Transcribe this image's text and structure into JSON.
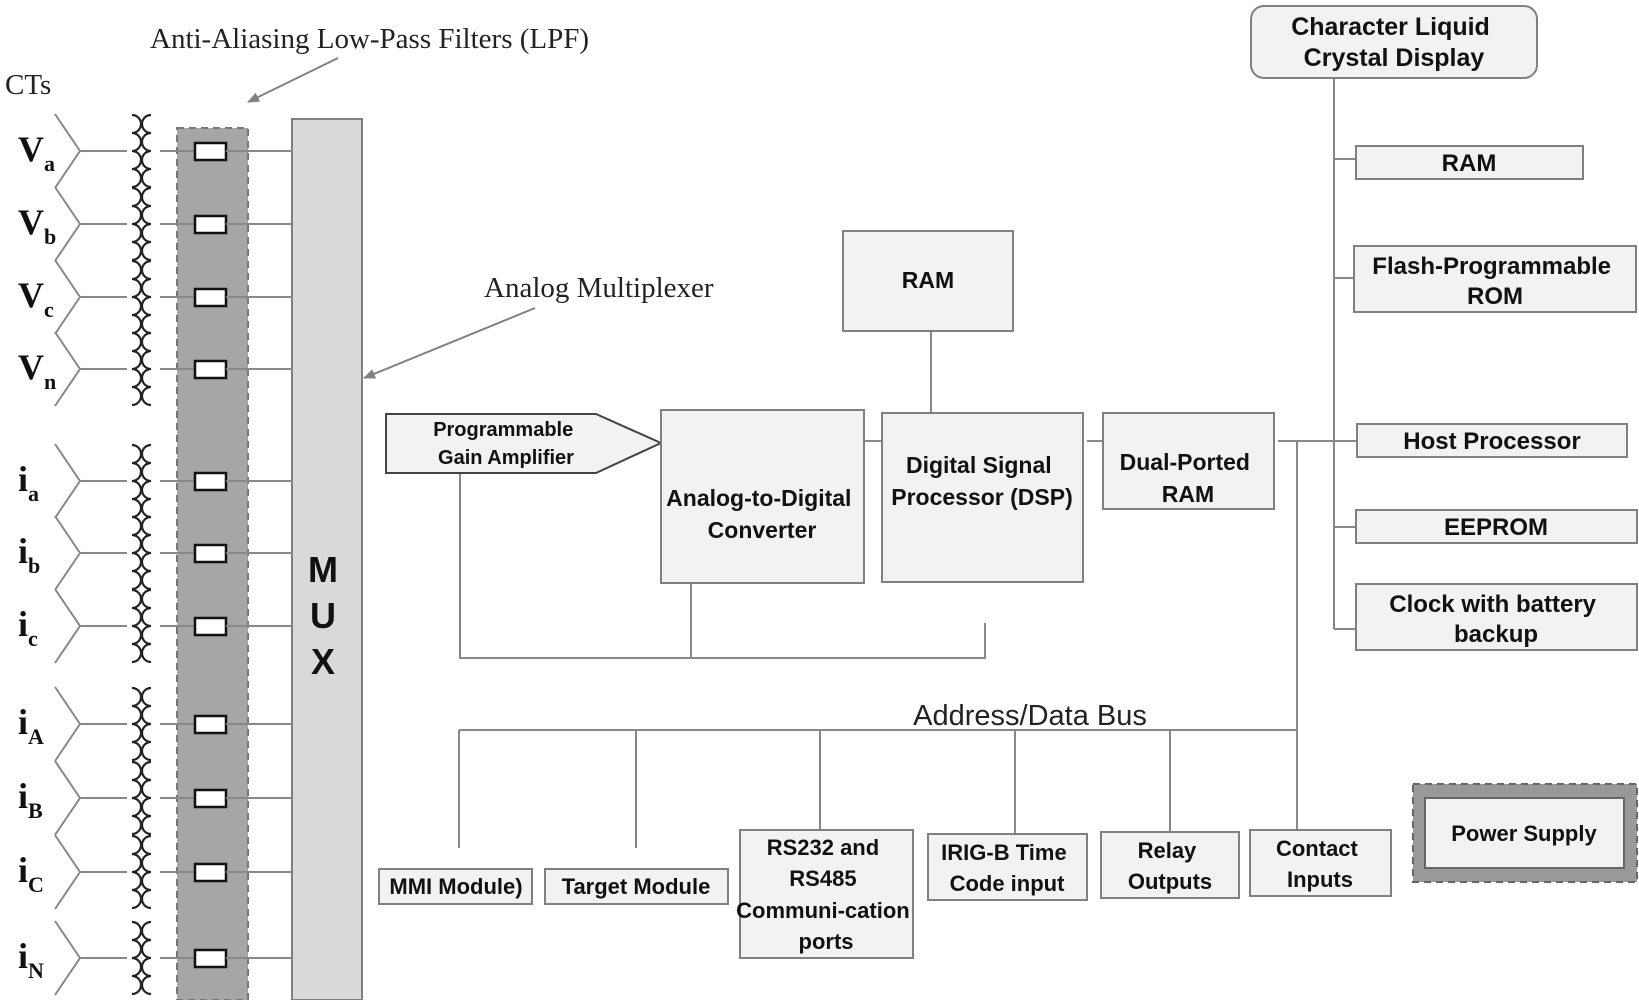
{
  "annotations": {
    "lpf": "Anti-Aliasing Low-Pass Filters (LPF)",
    "cts": "CTs",
    "mux_callout": "Analog Multiplexer",
    "bus": "Address/Data Bus"
  },
  "inputs": [
    {
      "main": "V",
      "sub": "a"
    },
    {
      "main": "V",
      "sub": "b"
    },
    {
      "main": "V",
      "sub": "c"
    },
    {
      "main": "V",
      "sub": "n"
    },
    {
      "main": "i",
      "sub": "a"
    },
    {
      "main": "i",
      "sub": "b"
    },
    {
      "main": "i",
      "sub": "c"
    },
    {
      "main": "i",
      "sub": "A"
    },
    {
      "main": "i",
      "sub": "B"
    },
    {
      "main": "i",
      "sub": "C"
    },
    {
      "main": "i",
      "sub": "N"
    }
  ],
  "mux": {
    "letters": [
      "M",
      "U",
      "X"
    ]
  },
  "blocks": {
    "pga": [
      "Programmable",
      "Gain Amplifier"
    ],
    "adc": [
      "Analog-to-Digital",
      "Converter"
    ],
    "ram_top": [
      "RAM"
    ],
    "dsp": [
      "Digital Signal",
      "Processor (DSP)"
    ],
    "dpram": [
      "Dual-Ported",
      "RAM"
    ],
    "lcd": [
      "Character Liquid",
      "Crystal Display"
    ],
    "ram_right": [
      "RAM"
    ],
    "flash": [
      "Flash-Programmable",
      "ROM"
    ],
    "host": [
      "Host Processor"
    ],
    "eeprom": [
      "EEPROM"
    ],
    "clock": [
      "Clock with battery",
      "backup"
    ],
    "mmi": [
      "MMI Module)"
    ],
    "target": [
      "Target Module"
    ],
    "rs232": [
      "RS232 and",
      "RS485",
      "Communi-cation",
      "ports"
    ],
    "irig": [
      "IRIG-B Time",
      "Code input"
    ],
    "relay": [
      "Relay",
      "Outputs"
    ],
    "contact": [
      "Contact",
      "Inputs"
    ],
    "power": [
      "Power Supply"
    ]
  },
  "colors": {
    "lpf_band": "#a6a6a6",
    "mux_fill": "#d9d9d9",
    "box_fill": "#f2f2f2",
    "box_stroke": "#808080",
    "power_band": "#999999"
  }
}
